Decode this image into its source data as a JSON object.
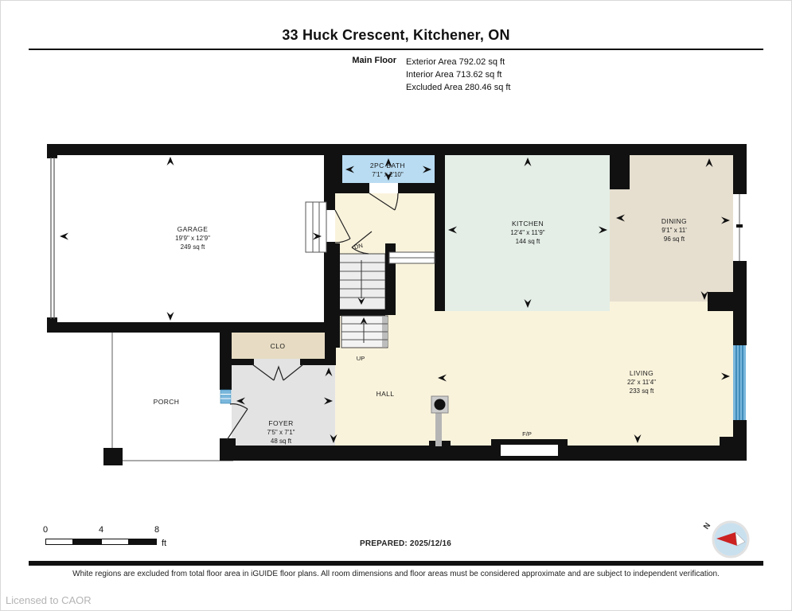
{
  "header": {
    "title": "33 Huck Crescent, Kitchener, ON",
    "floor_label": "Main Floor",
    "stats": [
      "Exterior Area 792.02 sq ft",
      "Interior Area 713.62 sq ft",
      "Excluded Area 280.46 sq ft"
    ]
  },
  "rooms": {
    "garage": {
      "name": "GARAGE",
      "dims": "19'9\" x 12'9\"",
      "area": "249 sq ft"
    },
    "bath": {
      "name": "2PC BATH",
      "dims": "7'1\" x 2'10\""
    },
    "kitchen": {
      "name": "KITCHEN",
      "dims": "12'4\" x 11'9\"",
      "area": "144 sq ft"
    },
    "dining": {
      "name": "DINING",
      "dims": "9'1\" x 11'",
      "area": "96 sq ft"
    },
    "living": {
      "name": "LIVING",
      "dims": "22' x 11'4\"",
      "area": "233 sq ft"
    },
    "foyer": {
      "name": "FOYER",
      "dims": "7'5\" x 7'1\"",
      "area": "48 sq ft"
    },
    "closet": {
      "name": "CLO"
    },
    "porch": {
      "name": "PORCH"
    },
    "hall": {
      "name": "HALL"
    },
    "fireplace": {
      "name": "F/P"
    },
    "stairs_down": "DN",
    "stairs_up": "UP"
  },
  "scale_bar": {
    "ticks": [
      "0",
      "4",
      "8"
    ],
    "unit": "ft"
  },
  "compass": {
    "label": "N"
  },
  "footer": {
    "prepared": "PREPARED: 2025/12/16",
    "disclaimer": "White regions are excluded from total floor area in iGUIDE floor plans. All room dimensions and floor areas must be considered approximate and are subject to independent verification.",
    "license": "Licensed to CAOR"
  },
  "colors": {
    "wall": "#111111",
    "bath_fill": "#b9dcf2",
    "kitchen_fill": "#e4eee7",
    "dining_fill": "#e6dfd0",
    "living_fill": "#faf3dc",
    "closet_fill": "#e7dcc3",
    "foyer_fill": "#e3e3e3",
    "window_blue": "#7ab7dc"
  }
}
